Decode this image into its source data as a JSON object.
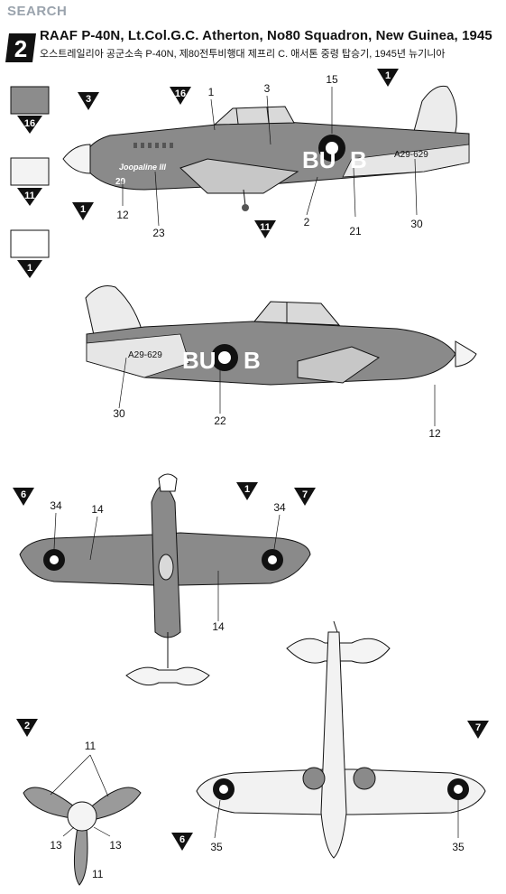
{
  "watermark": {
    "part1": "",
    "part2": "",
    "part3": "SEARCH"
  },
  "scheme": {
    "number": "2",
    "title": "RAAF P-40N, Lt.Col.G.C. Atherton, No80 Squadron, New Guinea, 1945",
    "subtitle_ko": "오스트레일리아 공군소속 P-40N, 제80전투비행대 제프리 C. 애서톤 중령 탑승기, 1945년 뉴기니아"
  },
  "swatches": [
    {
      "code": "16",
      "fill": "#8c8c8c"
    },
    {
      "code": "11",
      "fill": "#f3f3f3"
    },
    {
      "code": "1",
      "fill": "#ffffff"
    }
  ],
  "markings": {
    "codes_left": "BU",
    "codes_right": "B",
    "serial": "A29-629",
    "nose_number": "29",
    "nose_art": "Joopaline III"
  },
  "callouts": {
    "c1": "1",
    "c2": "2",
    "c3": "3",
    "c6": "6",
    "c7": "7",
    "c11": "11",
    "c12": "12",
    "c13": "13",
    "c14": "14",
    "c15": "15",
    "c16": "16",
    "c21": "21",
    "c22": "22",
    "c23": "23",
    "c30": "30",
    "c34": "34",
    "c35": "35"
  },
  "colors": {
    "dark": "#7a7a7a",
    "medium": "#9a9a9a",
    "light": "#ececec",
    "ink": "#111111"
  }
}
